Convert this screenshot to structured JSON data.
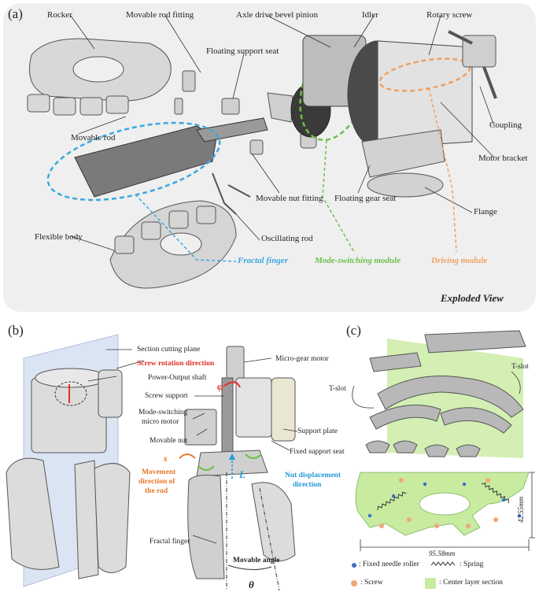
{
  "panel_a": {
    "label": "(a)",
    "view_title": "Exploded View",
    "parts": {
      "rocker": "Rocker",
      "movable_rod_fitting": "Movable rod fitting",
      "axle_drive_bevel_pinion": "Axle drive bevel pinion",
      "idler": "Idler",
      "rotary_screw": "Rotary screw",
      "floating_support_seat": "Floating support seat",
      "movable_rod": "Movable rod",
      "coupling": "Coupling",
      "motor_bracket": "Motor bracket",
      "movable_nut_fitting": "Movable nut fitting",
      "floating_gear_seat": "Floating gear seat",
      "flange": "Flange",
      "flexible_body": "Flexible body",
      "oscillating_rod": "Oscillating rod"
    },
    "modules": {
      "fractal_finger": "Fractal finger",
      "mode_switching": "Mode-switching module",
      "driving": "Driving module"
    },
    "colors": {
      "fractal": "#3aa8e0",
      "mode": "#6cc04a",
      "driving": "#f0a060"
    }
  },
  "panel_b": {
    "label": "(b)",
    "section_cutting_plane": "Section cutting plane",
    "screw_rotation_direction": "Screw rotation direction",
    "power_output_shaft": "Power-Output shaft",
    "micro_gear_motor": "Micro-gear motor",
    "phi": "φ",
    "screw_support": "Screw support",
    "mode_switching_micro_motor_1": "Mode-switching",
    "mode_switching_micro_motor_2": "micro motor",
    "support_plate": "Support plate",
    "movable_nut": "Movable nut",
    "fixed_support_seat": "Fixed support seat",
    "s": "s",
    "L": "L",
    "movement_dir_1": "Movement",
    "movement_dir_2": "direction of",
    "movement_dir_3": "the rod",
    "nut_disp_1": "Nut displacement",
    "nut_disp_2": "direction",
    "movable_angle": "Movable angle",
    "theta": "θ",
    "fractal_finger": "Fractal finger",
    "colors": {
      "red": "#e0302a",
      "orange": "#e8782a",
      "blue": "#1f9ad6"
    }
  },
  "panel_c": {
    "label": "(c)",
    "t_slot_left": "T-slot",
    "t_slot_right": "T-slot",
    "dim_height": "42.55mm",
    "dim_width": "95.58mm",
    "legend": {
      "fixed_needle_roller": ": Fixed needle roller",
      "spring": ": Spring",
      "screw": ": Screw",
      "center_layer": ": Center layer section"
    },
    "colors": {
      "green": "#c8eba0",
      "roller": "#3a6fc8",
      "screw": "#f0a878"
    }
  }
}
